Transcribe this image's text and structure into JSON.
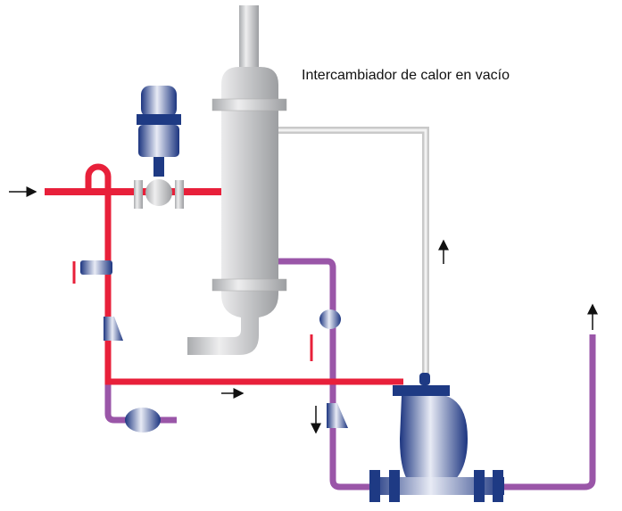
{
  "title": "Intercambiador de calor en vacío",
  "colors": {
    "steam_line": "#e8203a",
    "condensate_line": "#9a56a8",
    "vent_line": "#c9c9c9",
    "equipment_blue": "#1e3a84",
    "exchanger_grey": "#c4c6c8",
    "arrow": "#111111"
  },
  "components": [
    {
      "name": "heat-exchanger"
    },
    {
      "name": "control-valve"
    },
    {
      "name": "pump-trap"
    },
    {
      "name": "steam-trap"
    },
    {
      "name": "strainer"
    },
    {
      "name": "check-valve"
    }
  ],
  "flow_arrows": [
    "inlet-right",
    "trap-return-right",
    "vent-up",
    "condensate-down",
    "outlet-up"
  ]
}
